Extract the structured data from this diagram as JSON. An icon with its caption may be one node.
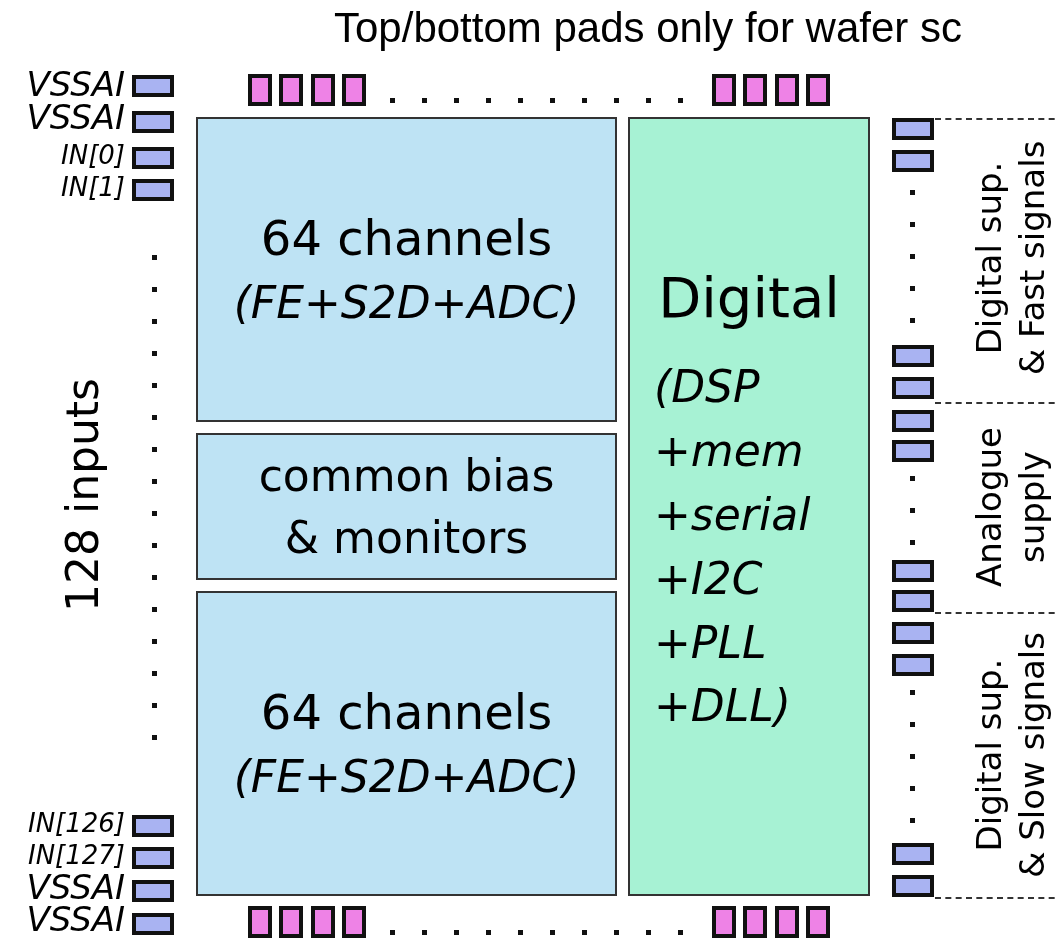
{
  "diagram": {
    "title": "Top/bottom pads only for wafer sc",
    "nodes": [
      {
        "text": [
          "64 channels",
          "(FE+S2D+ADC)"
        ]
      },
      {
        "text": [
          "common bias & monitors"
        ]
      },
      {
        "text": [
          "64 channels",
          "(FE+S2D+ADC)"
        ]
      },
      {
        "text": [
          "Digital",
          "(DSP +mem +serial +I2C +PLL +DLL)"
        ]
      }
    ],
    "labels": [
      "VSSAI",
      "VSSAI",
      "IN[0]",
      "IN[1]",
      "128 inputs",
      "Digital sup. & Fast signals",
      "Analogue supply",
      "Digital sup. & Slow signals",
      "IN[126]",
      "IN[127]",
      "VSSAI",
      "VSSAI"
    ]
  }
}
